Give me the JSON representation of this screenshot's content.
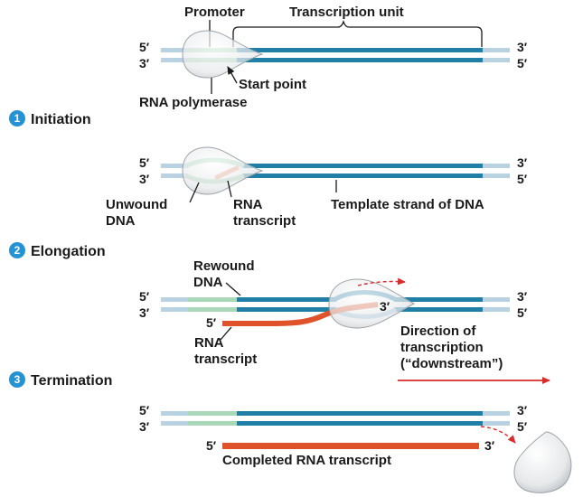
{
  "colors": {
    "dna_strand": "#1f7fa6",
    "dna_light": "#b8d2e2",
    "promoter": "#a9d8b8",
    "rna": "#e0532a",
    "polymerase": "#d8dadc",
    "step_circle": "#2592d3",
    "arrow": "#d92b2b"
  },
  "icons": {
    "polymerase": "rna-polymerase-blob-icon",
    "step_badge": "numbered-circle-icon",
    "arrow": "arrow-icon"
  },
  "ends": {
    "five": "5′",
    "three": "3′"
  },
  "labels": {
    "promoter": "Promoter",
    "transcription_unit": "Transcription unit",
    "start_point": "Start point",
    "rna_polymerase": "RNA polymerase",
    "unwound_1": "Unwound",
    "unwound_2": "DNA",
    "rna_transcript_1": "RNA",
    "rna_transcript_2": "transcript",
    "template_strand": "Template strand of DNA",
    "rewound_1": "Rewound",
    "rewound_2": "DNA",
    "direction_1": "Direction of",
    "direction_2": "transcription",
    "direction_3": "(“downstream”)",
    "completed": "Completed RNA transcript"
  },
  "steps": [
    {
      "number": "1",
      "name": "Initiation"
    },
    {
      "number": "2",
      "name": "Elongation"
    },
    {
      "number": "3",
      "name": "Termination"
    }
  ]
}
